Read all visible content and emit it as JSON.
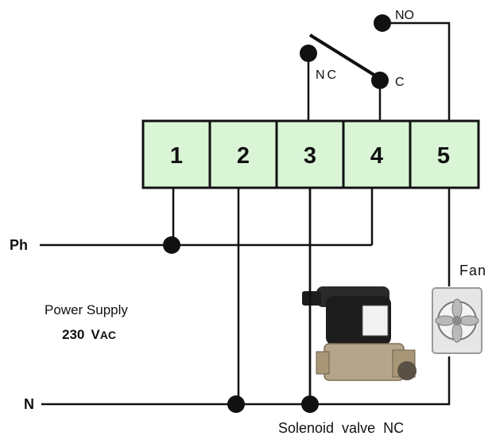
{
  "terminals": [
    "1",
    "2",
    "3",
    "4",
    "5"
  ],
  "relay": {
    "no_label": "NO",
    "nc_label": "NC",
    "c_label": "C"
  },
  "lines": {
    "phase_label": "Ph",
    "neutral_label": "N"
  },
  "power": {
    "line1": "Power Supply",
    "voltage": "230",
    "unit_big": "V",
    "unit_small": "AC"
  },
  "loads": {
    "fan_label": "Fan",
    "valve_label": "Solenoid valve NC"
  },
  "colors": {
    "terminal_fill": "#d9f5d6",
    "wire": "#111111"
  }
}
